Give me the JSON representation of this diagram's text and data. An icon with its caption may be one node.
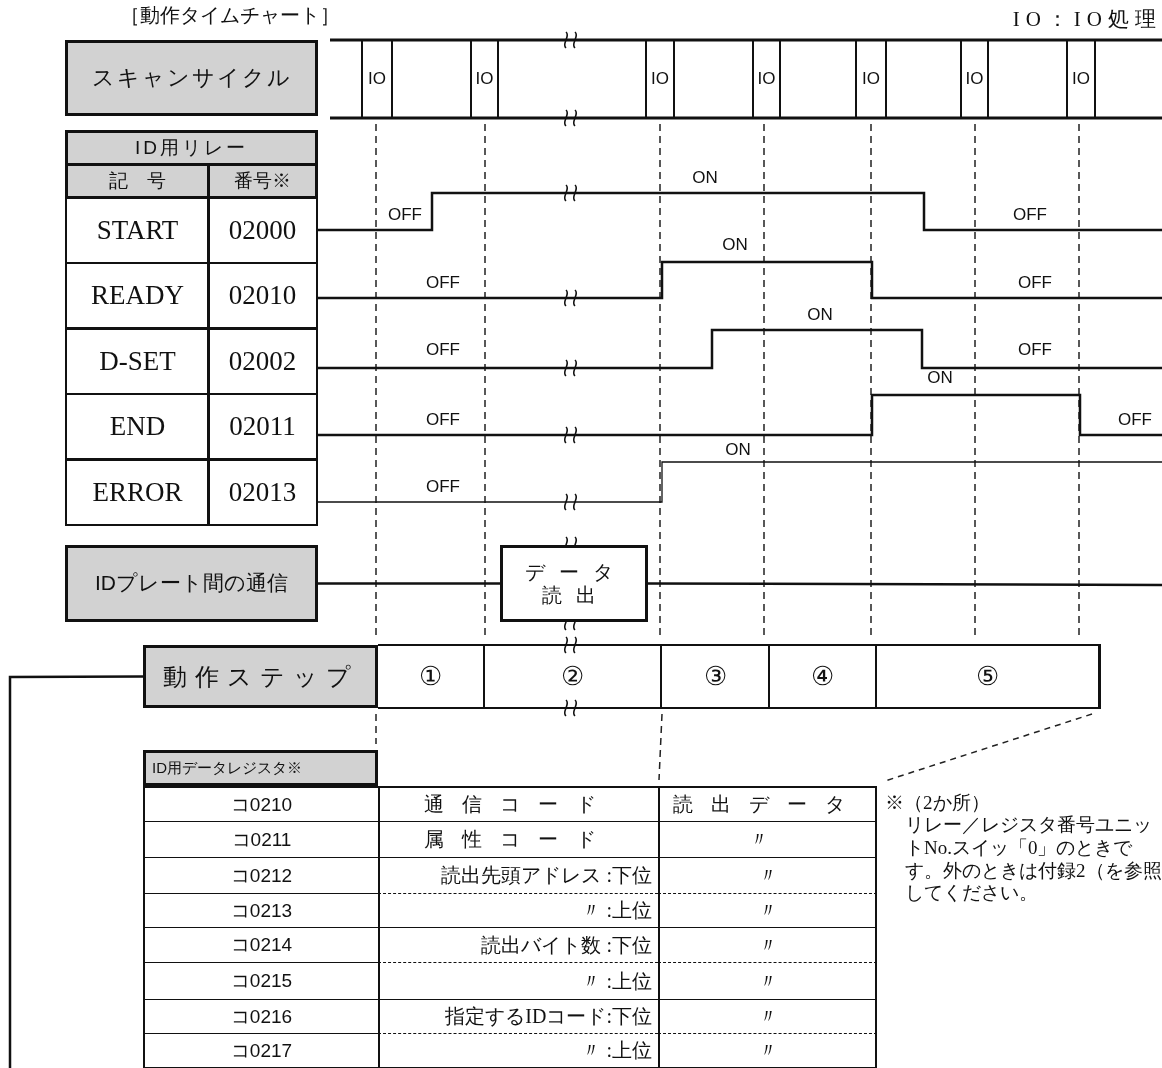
{
  "diagram": {
    "title": "［動作タイムチャート］",
    "nodes": [
      {
        "text": [
          "スキャンサイクル"
        ]
      },
      {
        "text": [
          "IDプレート間の通信"
        ]
      },
      {
        "text": [
          "データ読出"
        ]
      },
      {
        "text": [
          "動作ステップ"
        ]
      }
    ],
    "edges": [
      {
        "from": 1,
        "to": 2,
        "arrow": "none"
      },
      {
        "from": 3,
        "to": null,
        "arrow": "none"
      },
      {
        "from": 2,
        "to": null,
        "arrow": "none"
      }
    ],
    "labels": [
      "IO：IO処理",
      "IO",
      "IO",
      "IO",
      "IO",
      "IO",
      "IO",
      "IO",
      "ID用リレー",
      "記　号",
      "番号※",
      "START",
      "02000",
      "READY",
      "02010",
      "D-SET",
      "02002",
      "END",
      "02011",
      "ERROR",
      "02013",
      "OFF",
      "ON",
      "OFF",
      "OFF",
      "ON",
      "OFF",
      "OFF",
      "ON",
      "OFF",
      "OFF",
      "ON",
      "OFF",
      "OFF",
      "ON",
      "①",
      "②",
      "③",
      "④",
      "⑤",
      "ID用データレジスタ※",
      "コ0210",
      "通信コード",
      "読出データ",
      "コ0211",
      "属性コード",
      "〃",
      "コ0212",
      "読出先頭アドレス :下位",
      "〃",
      "コ0213",
      "〃 :上位",
      "〃",
      "コ0214",
      "読出バイト数 :下位",
      "〃",
      "コ0215",
      "〃 :上位",
      "〃",
      "コ0216",
      "指定するIDコード:下位",
      "〃",
      "コ0217",
      "〃 :上位",
      "〃",
      "※（2か所）",
      "リレー／レジスタ番号ユニットNo.スイッ「0」のときです。外のときは付録2（を参照してください。"
    ]
  }
}
